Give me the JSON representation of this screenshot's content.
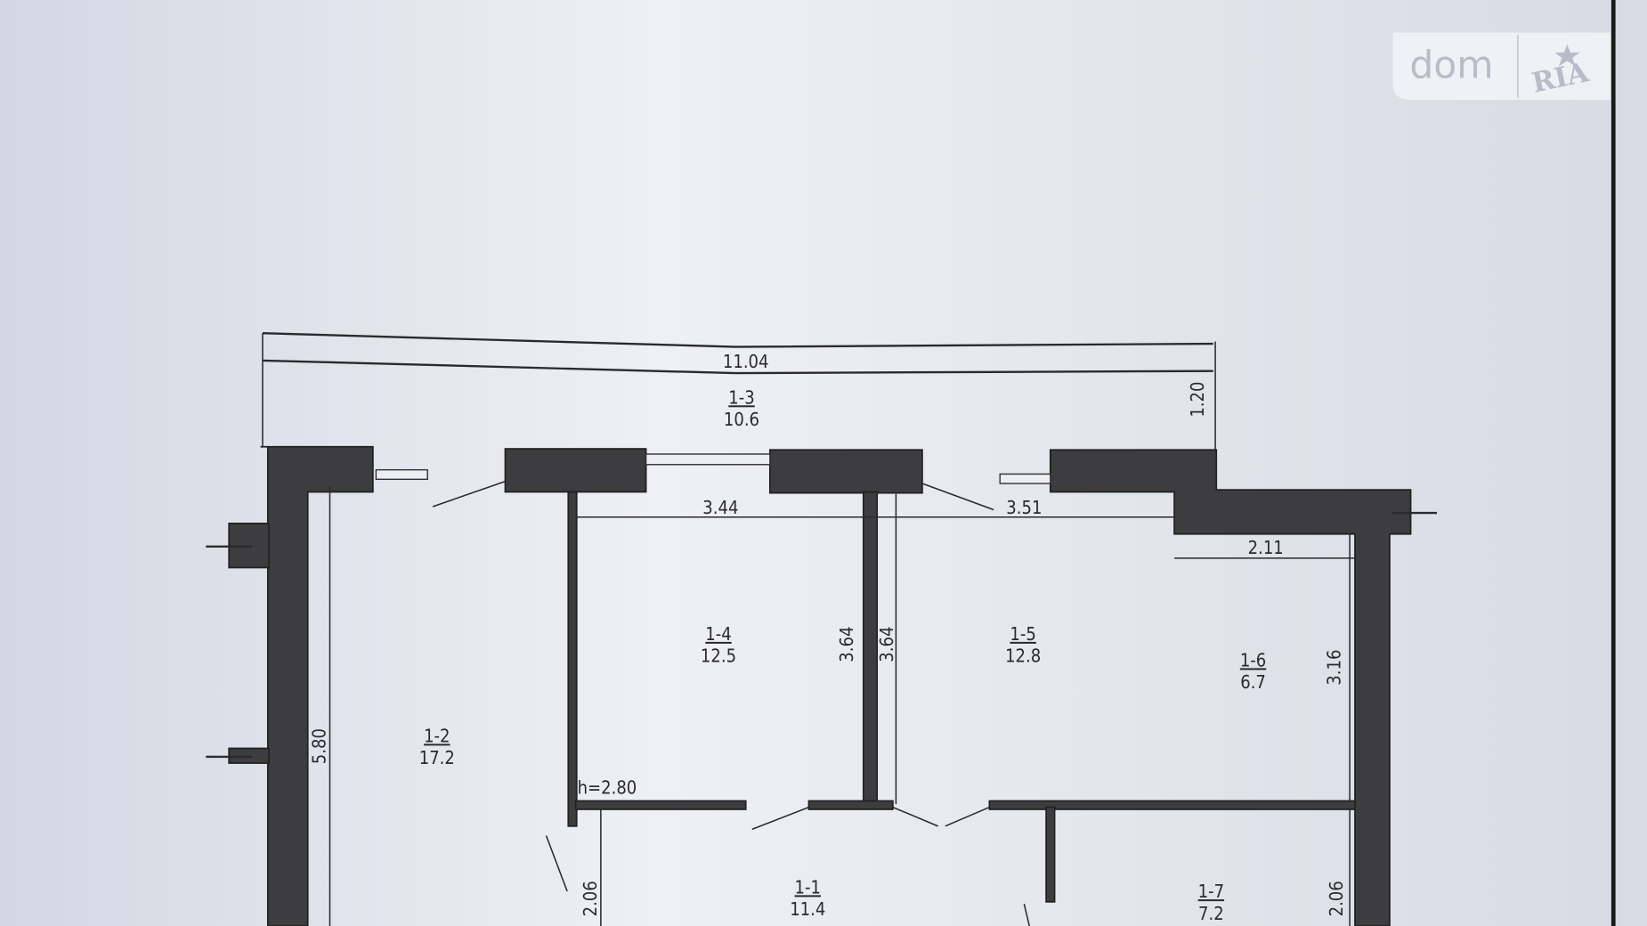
{
  "logo": {
    "part1": "dom",
    "part2": "RIA"
  },
  "rooms": [
    {
      "id": "1-3",
      "area": "10.6"
    },
    {
      "id": "1-4",
      "area": "12.5"
    },
    {
      "id": "1-5",
      "area": "12.8"
    },
    {
      "id": "1-6",
      "area": "6.7"
    },
    {
      "id": "1-2",
      "area": "17.2"
    },
    {
      "id": "1-1",
      "area": "11.4"
    },
    {
      "id": "1-7",
      "area": "7.2"
    }
  ],
  "dimensions": {
    "overall": "11.04",
    "balcony_depth": "1.20",
    "room14_width": "3.44",
    "room15_width": "3.51",
    "room16_width": "2.11",
    "room12_length": "5.80",
    "room14_depth": "3.64",
    "room15_depth": "3.64",
    "room16_depth": "3.16",
    "room11_depth": "2.06",
    "room17_depth": "2.06",
    "ceiling_height": "h=2.80"
  },
  "colors": {
    "paper": "#dfe1ea",
    "wall": "#3d3d40",
    "line": "#2a2a2e"
  }
}
